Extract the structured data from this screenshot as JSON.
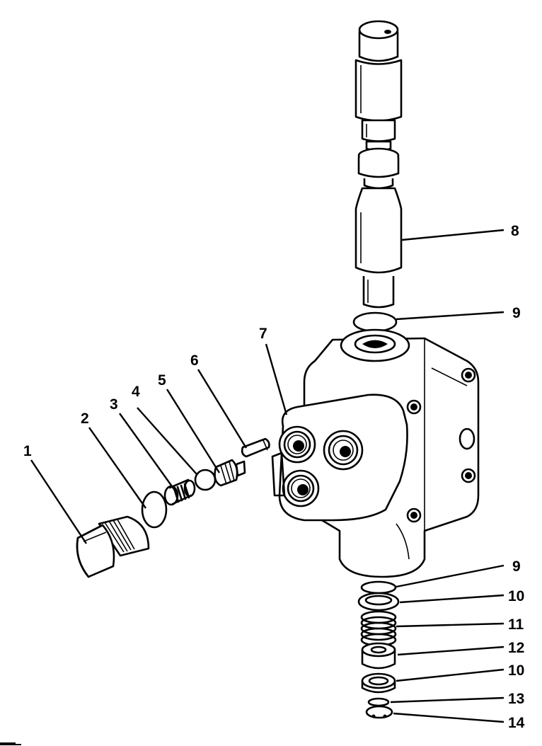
{
  "callouts": [
    {
      "id": "1",
      "label": "1"
    },
    {
      "id": "2",
      "label": "2"
    },
    {
      "id": "3",
      "label": "3"
    },
    {
      "id": "4",
      "label": "4"
    },
    {
      "id": "5",
      "label": "5"
    },
    {
      "id": "6",
      "label": "6"
    },
    {
      "id": "7",
      "label": "7"
    },
    {
      "id": "8",
      "label": "8"
    },
    {
      "id": "9a",
      "label": "9"
    },
    {
      "id": "9b",
      "label": "9"
    },
    {
      "id": "10a",
      "label": "10"
    },
    {
      "id": "11",
      "label": "11"
    },
    {
      "id": "12",
      "label": "12"
    },
    {
      "id": "10b",
      "label": "10"
    },
    {
      "id": "13",
      "label": "13"
    },
    {
      "id": "14",
      "label": "14"
    }
  ],
  "colors": {
    "ink": "#000000",
    "paper": "#ffffff"
  }
}
